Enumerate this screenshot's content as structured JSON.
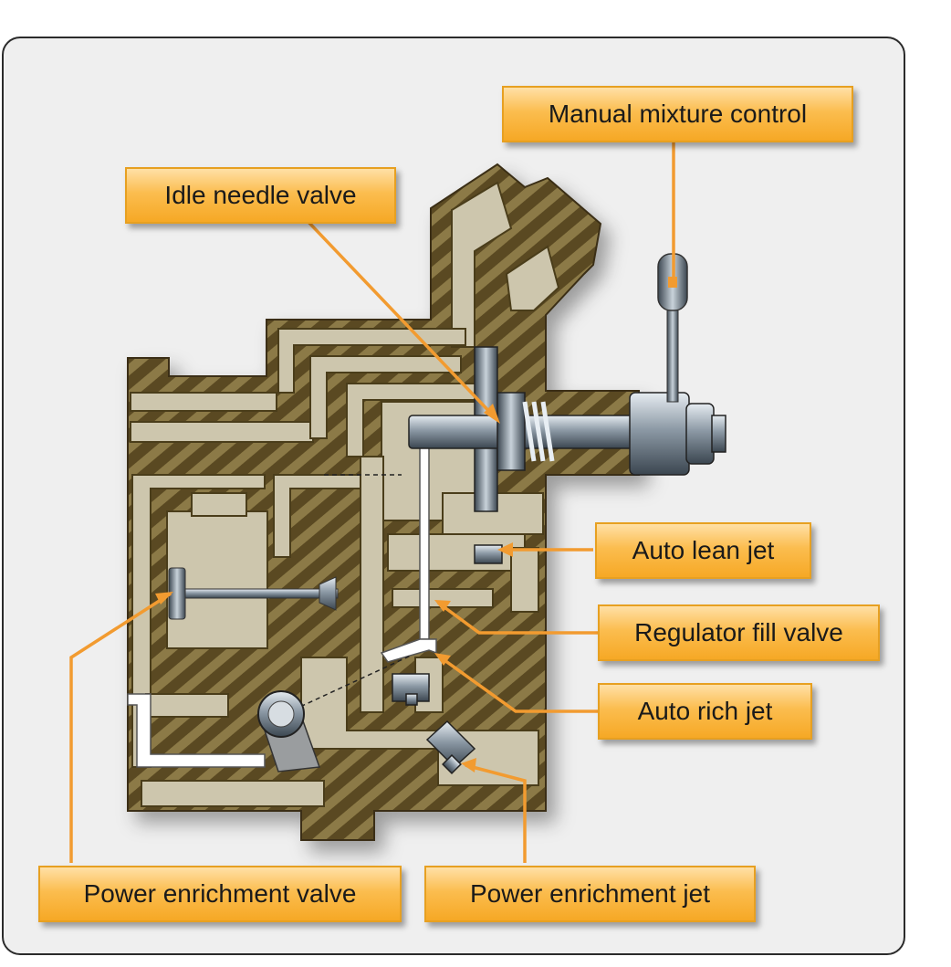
{
  "labels": {
    "manual_mixture_control": "Manual mixture control",
    "idle_needle_valve": "Idle needle valve",
    "auto_lean_jet": "Auto lean jet",
    "regulator_fill_valve": "Regulator fill valve",
    "auto_rich_jet": "Auto rich jet",
    "power_enrichment_valve": "Power enrichment valve",
    "power_enrichment_jet": "Power enrichment jet"
  },
  "colors": {
    "frame_bg": "#efefef",
    "frame_border": "#2b2b2b",
    "casting_dark": "#5a4a22",
    "casting_stripe": "#8c7a46",
    "passage_fill": "#cdc6ad",
    "fuel_channel": "#ffffff",
    "steel": "#9aa7b2",
    "leader_line": "#f29b30",
    "callout_fill": "#fbbd4f"
  }
}
